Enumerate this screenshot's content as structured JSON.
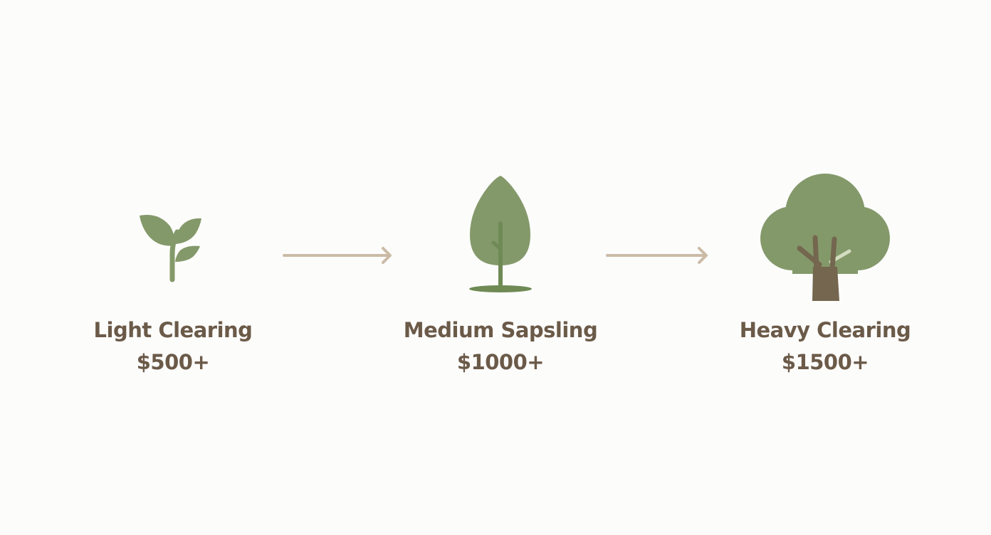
{
  "colors": {
    "background": "#fcfcfb",
    "foliage": "#84996a",
    "stem_dark": "#6f8a55",
    "trunk": "#74664f",
    "trunk_highlight": "#d3dcc0",
    "text": "#6b5a48",
    "arrow": "#cbbba6"
  },
  "stages": [
    {
      "icon": "sprout-icon",
      "name": "Light Clearing",
      "price": "$500+"
    },
    {
      "icon": "sapling-tree-icon",
      "name": "Medium Sapsling",
      "price": "$1000+"
    },
    {
      "icon": "large-tree-icon",
      "name": "Heavy Clearing",
      "price": "$1500+"
    }
  ],
  "arrows": [
    {
      "icon": "arrow-right-icon",
      "from": "Light Clearing",
      "to": "Medium Sapsling"
    },
    {
      "icon": "arrow-right-icon",
      "from": "Medium Sapsling",
      "to": "Heavy Clearing"
    }
  ]
}
